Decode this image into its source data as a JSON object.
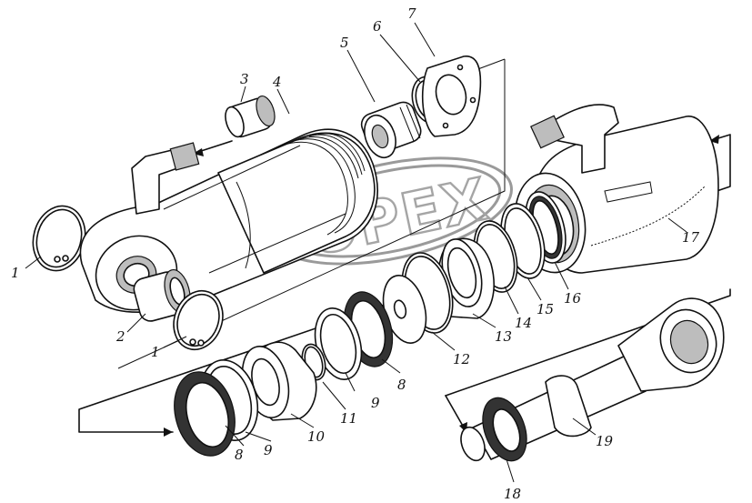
{
  "watermark": {
    "text": "OPEX"
  },
  "labels": {
    "p1a": "1",
    "p1b": "1",
    "p2": "2",
    "p3": "3",
    "p4": "4",
    "p5": "5",
    "p6": "6",
    "p7": "7",
    "p8a": "8",
    "p8b": "8",
    "p9a": "9",
    "p9b": "9",
    "p10": "10",
    "p11": "11",
    "p12": "12",
    "p13": "13",
    "p14": "14",
    "p15": "15",
    "p16": "16",
    "p17": "17",
    "p18": "18",
    "p19": "19"
  }
}
